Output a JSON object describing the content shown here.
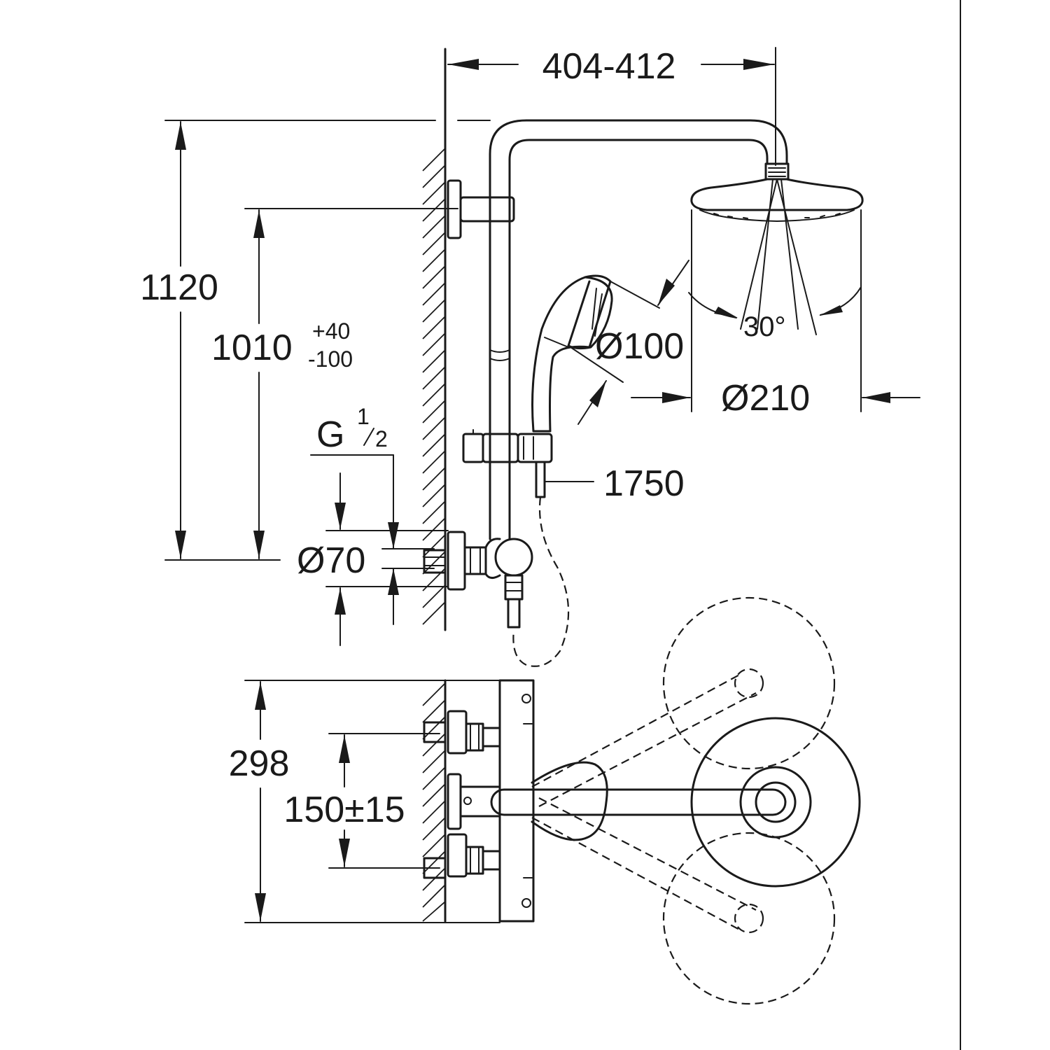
{
  "dimensions": {
    "arm_projection": "404-412",
    "total_height": "1120",
    "rail_height": "1010",
    "rail_height_tol_plus": "+40",
    "rail_height_tol_minus": "-100",
    "thread_prefix": "G",
    "thread_num": "1",
    "thread_den": "2",
    "handshower_diameter": "Ø100",
    "headshower_diameter": "Ø210",
    "headshower_tilt": "30°",
    "hose_length": "1750",
    "connection_diameter": "Ø70",
    "thermostat_depth": "298",
    "inlet_centres": "150±15"
  }
}
